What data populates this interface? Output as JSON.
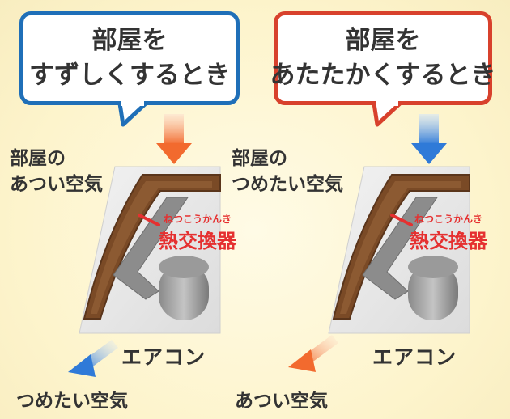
{
  "left": {
    "bubble_lines": [
      "部屋を",
      "すずしくするとき"
    ],
    "bubble_color": "#1f6fb8",
    "room_air_lines": [
      "部屋の",
      "あつい空気"
    ],
    "hx_furigana": "ねつこうかんき",
    "hx_label": "熱交換器",
    "ac_label": "エアコン",
    "out_air_label": "つめたい空気",
    "in_arrow_color": "#f26a2e",
    "out_arrow_color": "#2f7ad8"
  },
  "right": {
    "bubble_lines": [
      "部屋を",
      "あたたかくするとき"
    ],
    "bubble_color": "#d8412c",
    "room_air_lines": [
      "部屋の",
      "つめたい空気"
    ],
    "hx_furigana": "ねつこうかんき",
    "hx_label": "熱交換器",
    "ac_label": "エアコン",
    "out_air_label": "あつい空気",
    "in_arrow_color": "#2f7ad8",
    "out_arrow_color": "#f26a2e"
  }
}
